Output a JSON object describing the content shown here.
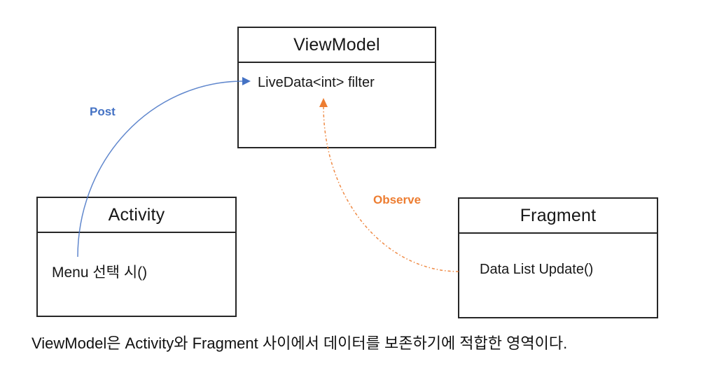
{
  "diagram": {
    "boxes": {
      "viewmodel": {
        "title": "ViewModel",
        "member": "LiveData<int> filter"
      },
      "activity": {
        "title": "Activity",
        "member": "Menu 선택 시()"
      },
      "fragment": {
        "title": "Fragment",
        "member": "Data List Update()"
      }
    },
    "arrows": {
      "post": {
        "label": "Post",
        "color": "#4472C4",
        "style": "solid",
        "from": "Activity",
        "to": "ViewModel"
      },
      "observe": {
        "label": "Observe",
        "color": "#ED7D31",
        "style": "dash-dot",
        "from": "Fragment",
        "to": "ViewModel"
      }
    },
    "caption": "ViewModel은 Activity와 Fragment 사이에서 데이터를 보존하기에 적합한 영역이다.",
    "colors": {
      "background": "#ffffff",
      "box_border": "#262626",
      "text": "#171717"
    }
  }
}
